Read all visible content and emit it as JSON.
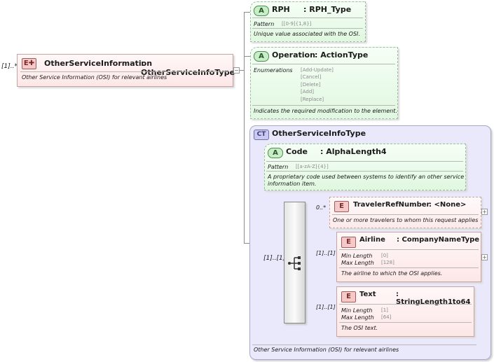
{
  "root": {
    "multiplicity": "[1]..*",
    "badge": "E",
    "name": "OtherServiceInformation",
    "type": ": OtherServiceInfoType",
    "doc": "Other Service Information (OSI) for relevant airlines"
  },
  "rph": {
    "badge": "A",
    "name": "RPH",
    "type": ": RPH_Type",
    "facet_label": "Pattern",
    "facet_value": "[[0-9]{1,8}]",
    "doc": "Unique value associated with the OSI."
  },
  "operation": {
    "badge": "A",
    "name": "Operation",
    "type": ": ActionType",
    "facet_label": "Enumerations",
    "enums": [
      "[Add-Update]",
      "[Cancel]",
      "[Delete]",
      "[Add]",
      "[Replace]"
    ],
    "doc": "Indicates the required modification to the element."
  },
  "complex_type": {
    "badge": "CT",
    "name": "OtherServiceInfoType",
    "doc": "Other Service Information (OSI) for relevant airlines"
  },
  "code": {
    "badge": "A",
    "name": "Code",
    "type": ": AlphaLength4",
    "facet_label": "Pattern",
    "facet_value": "[[a-zA-Z]{4}]",
    "doc_line1": "A proprietary code used between systems to identify an other service",
    "doc_line2": "information item."
  },
  "sequence": {
    "multiplicity": "[1]..[1]"
  },
  "traveler": {
    "multiplicity": "0..*",
    "badge": "E",
    "name": "TravelerRefNumber",
    "type": ": <None>",
    "doc": "One or more travelers to whom this request applies"
  },
  "airline": {
    "multiplicity": "[1]..[1]",
    "badge": "E",
    "name": "Airline",
    "type": ": CompanyNameType",
    "facet1_label": "Min Length",
    "facet1_value": "[0]",
    "facet2_label": "Max Length",
    "facet2_value": "[128]",
    "doc": "The airline to which the OSI applies."
  },
  "text": {
    "multiplicity": "[1]..[1]",
    "badge": "E",
    "name": "Text",
    "type": ": StringLength1to64",
    "facet1_label": "Min Length",
    "facet1_value": "[1]",
    "facet2_label": "Max Length",
    "facet2_value": "[64]",
    "doc": "The OSI text."
  }
}
